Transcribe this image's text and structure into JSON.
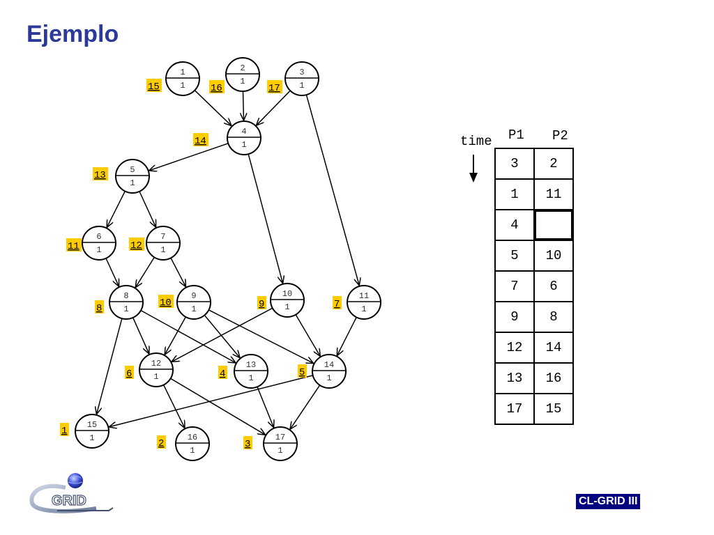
{
  "page": {
    "title": "Ejemplo",
    "footer_badge": "CL-GRID III"
  },
  "colors": {
    "title": "#2b3a9a",
    "priority_highlight": "#ffcc00",
    "badge_bg": "#000080"
  },
  "graph": {
    "nodes": [
      {
        "id": "1",
        "weight": "1",
        "priority": "15"
      },
      {
        "id": "2",
        "weight": "1",
        "priority": "16"
      },
      {
        "id": "3",
        "weight": "1",
        "priority": "17"
      },
      {
        "id": "4",
        "weight": "1",
        "priority": "14"
      },
      {
        "id": "5",
        "weight": "1",
        "priority": "13"
      },
      {
        "id": "6",
        "weight": "1",
        "priority": "11"
      },
      {
        "id": "7",
        "weight": "1",
        "priority": "12"
      },
      {
        "id": "8",
        "weight": "1",
        "priority": "8"
      },
      {
        "id": "9",
        "weight": "1",
        "priority": "10"
      },
      {
        "id": "10",
        "weight": "1",
        "priority": "9"
      },
      {
        "id": "11",
        "weight": "1",
        "priority": "7"
      },
      {
        "id": "12",
        "weight": "1",
        "priority": "6"
      },
      {
        "id": "13",
        "weight": "1",
        "priority": "4"
      },
      {
        "id": "14",
        "weight": "1",
        "priority": "5"
      },
      {
        "id": "15",
        "weight": "1",
        "priority": "1"
      },
      {
        "id": "16",
        "weight": "1",
        "priority": "2"
      },
      {
        "id": "17",
        "weight": "1",
        "priority": "3"
      }
    ],
    "edges": [
      [
        "1",
        "4"
      ],
      [
        "2",
        "4"
      ],
      [
        "3",
        "4"
      ],
      [
        "3",
        "11"
      ],
      [
        "4",
        "5"
      ],
      [
        "4",
        "10"
      ],
      [
        "5",
        "6"
      ],
      [
        "5",
        "7"
      ],
      [
        "6",
        "8"
      ],
      [
        "7",
        "8"
      ],
      [
        "7",
        "9"
      ],
      [
        "8",
        "12"
      ],
      [
        "8",
        "13"
      ],
      [
        "8",
        "15"
      ],
      [
        "9",
        "12"
      ],
      [
        "9",
        "13"
      ],
      [
        "9",
        "14"
      ],
      [
        "10",
        "12"
      ],
      [
        "10",
        "14"
      ],
      [
        "11",
        "14"
      ],
      [
        "12",
        "16"
      ],
      [
        "12",
        "17"
      ],
      [
        "13",
        "17"
      ],
      [
        "14",
        "15"
      ],
      [
        "14",
        "17"
      ]
    ]
  },
  "schedule": {
    "time_label": "time",
    "processors": [
      "P1",
      "P2"
    ],
    "rows": [
      [
        "3",
        "2"
      ],
      [
        "1",
        "11"
      ],
      [
        "4",
        ""
      ],
      [
        "5",
        "10"
      ],
      [
        "7",
        "6"
      ],
      [
        "9",
        "8"
      ],
      [
        "12",
        "14"
      ],
      [
        "13",
        "16"
      ],
      [
        "17",
        "15"
      ]
    ]
  },
  "logo": {
    "alt": "GRID logo",
    "wordmark": "GRID"
  }
}
